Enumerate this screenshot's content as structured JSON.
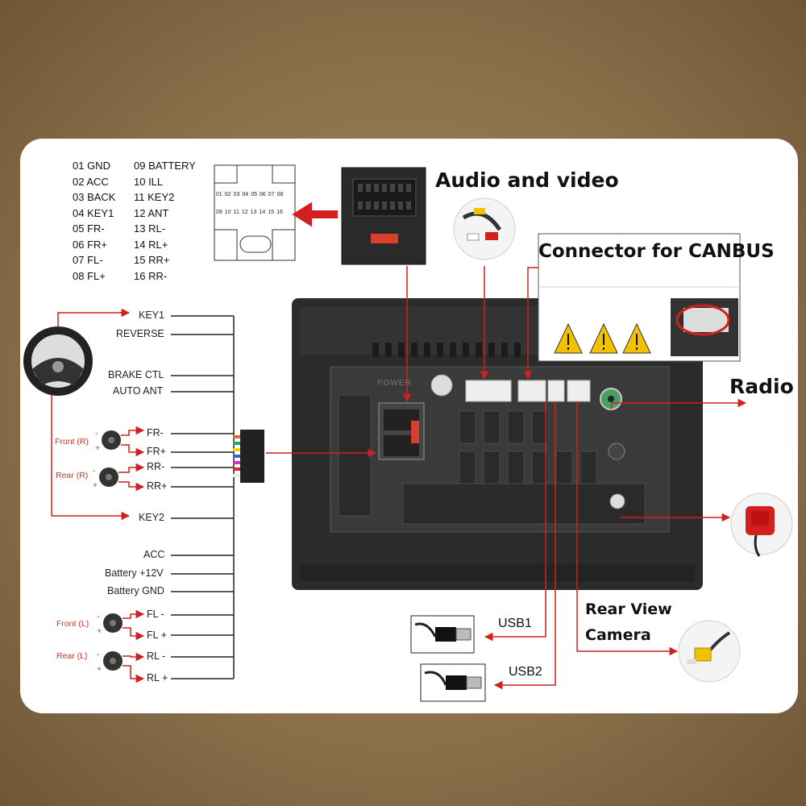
{
  "pinout": {
    "left": [
      "01 GND",
      "02 ACC",
      "03 BACK",
      "04 KEY1",
      "05 FR-",
      "06 FR+",
      "07 FL-",
      "08 FL+"
    ],
    "right": [
      "09 BATTERY",
      "10 ILL",
      "11 KEY2",
      "12 ANT",
      "13 RL-",
      "14 RL+",
      "15 RR+",
      "16 RR-"
    ]
  },
  "connector_numbers": {
    "top": [
      "01",
      "02",
      "03",
      "04",
      "05",
      "06",
      "07",
      "08"
    ],
    "bottom": [
      "09",
      "10",
      "11",
      "12",
      "13",
      "14",
      "15",
      "16"
    ]
  },
  "wire_labels": {
    "key1": "KEY1",
    "reverse": "REVERSE",
    "brake": "BRAKE CTL",
    "auto_ant": "AUTO ANT",
    "fr_minus": "FR-",
    "fr_plus": "FR+",
    "rr_minus": "RR-",
    "rr_plus": "RR+",
    "key2": "KEY2",
    "acc": "ACC",
    "battery": "Battery +12V",
    "battery_gnd": "Battery GND",
    "fl_minus": "FL -",
    "fl_plus": "FL +",
    "rl_minus": "RL -",
    "rl_plus": "RL +"
  },
  "speakers": {
    "front_r": "Front (R)",
    "rear_r": "Rear (R)",
    "front_l": "Front (L)",
    "rear_l": "Rear (L)",
    "minus": "-",
    "plus": "+"
  },
  "callouts": {
    "audio_video": "Audio and video",
    "canbus": "Connector for CANBUS",
    "radio": "Radio",
    "rear_camera_line1": "Rear View",
    "rear_camera_line2": "Camera",
    "usb1": "USB1",
    "usb2": "USB2"
  },
  "unit_label": "POWER",
  "colors": {
    "background": "#8a6f4a",
    "card": "#ffffff",
    "arrow_red": "#d21f1f",
    "unit_dark": "#2b2b2b",
    "warning_yellow": "#f2c200"
  },
  "icons": [
    "steering-wheel-icon",
    "speaker-icon",
    "rca-plug-icon",
    "usb-cable-icon",
    "antenna-plug-icon",
    "gps-antenna-icon",
    "warning-icon"
  ]
}
